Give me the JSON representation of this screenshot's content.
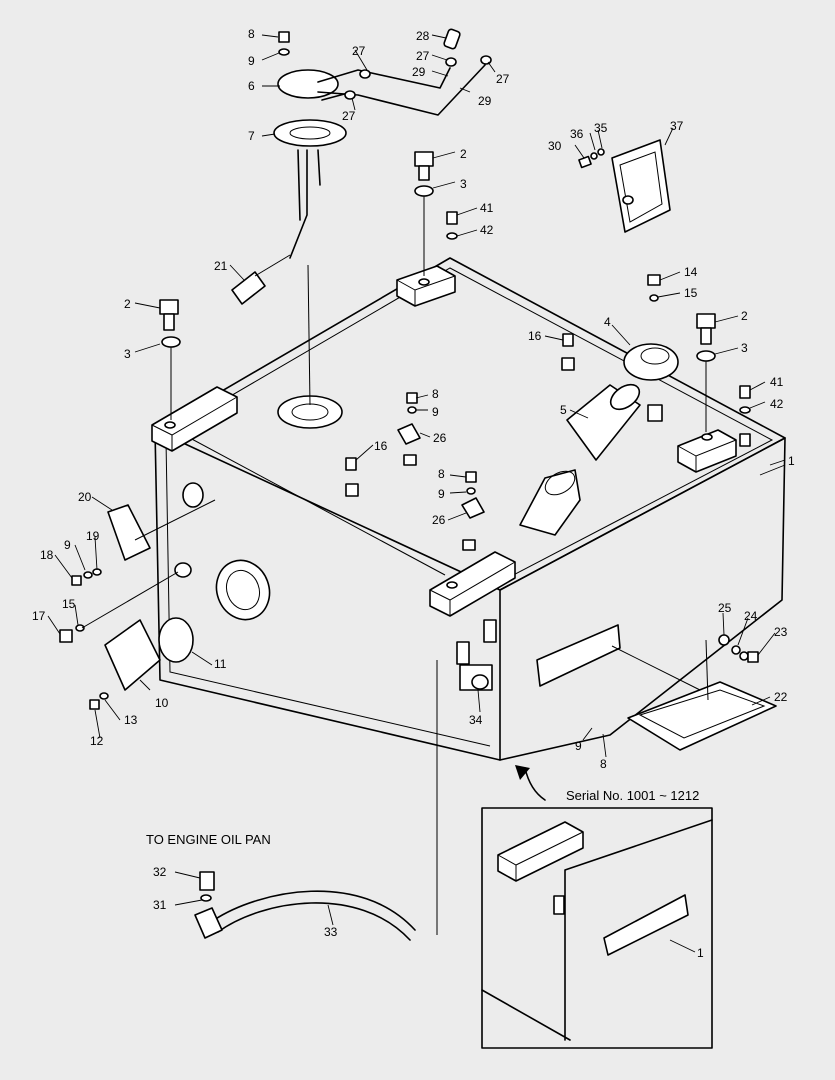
{
  "diagram": {
    "engine_note": "TO ENGINE OIL PAN",
    "serial_note": "Serial No. 1001 ~ 1212",
    "labels": {
      "l8a": "8",
      "l9a": "9",
      "l6": "6",
      "l7": "7",
      "l27a": "27",
      "l27b": "27",
      "l28": "28",
      "l27c": "27",
      "l29a": "29",
      "l27d": "27",
      "l29b": "29",
      "l2a": "2",
      "l3a": "3",
      "l41a": "41",
      "l42a": "42",
      "l30": "30",
      "l36": "36",
      "l35": "35",
      "l37": "37",
      "l21": "21",
      "l2b": "2",
      "l3b": "3",
      "l14": "14",
      "l15a": "15",
      "l4": "4",
      "l16a": "16",
      "l2c": "2",
      "l3c": "3",
      "l8b": "8",
      "l9b": "9",
      "l26a": "26",
      "l41b": "41",
      "l42b": "42",
      "l5": "5",
      "l16b": "16",
      "l1a": "1",
      "l8c": "8",
      "l9c": "9",
      "l26b": "26",
      "l20": "20",
      "l9d": "9",
      "l19": "19",
      "l18": "18",
      "l15b": "15",
      "l17": "17",
      "l11": "11",
      "l10": "10",
      "l13": "13",
      "l12": "12",
      "l25": "25",
      "l24": "24",
      "l23": "23",
      "l22": "22",
      "l34": "34",
      "l9e": "9",
      "l8d": "8",
      "l32": "32",
      "l31": "31",
      "l33": "33",
      "l1b": "1"
    }
  }
}
